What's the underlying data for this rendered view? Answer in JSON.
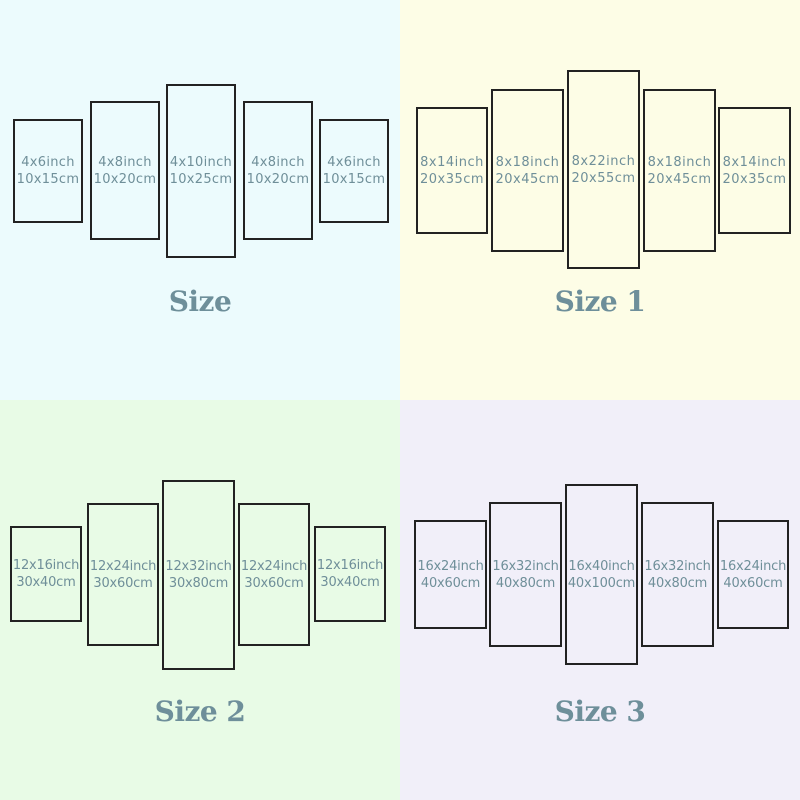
{
  "colors": {
    "q0": "#ecfbfd",
    "q1": "#fdfde6",
    "q2": "#e8fbe6",
    "q3": "#f1eff9",
    "text": "#6f8f99"
  },
  "quadrants": [
    {
      "title": "Size",
      "panels": [
        {
          "inch": "4x6inch",
          "cm": "10x15cm"
        },
        {
          "inch": "4x8inch",
          "cm": "10x20cm"
        },
        {
          "inch": "4x10inch",
          "cm": "10x25cm"
        },
        {
          "inch": "4x8inch",
          "cm": "10x20cm"
        },
        {
          "inch": "4x6inch",
          "cm": "10x15cm"
        }
      ]
    },
    {
      "title": "Size 1",
      "panels": [
        {
          "inch": "8x14inch",
          "cm": "20x35cm"
        },
        {
          "inch": "8x18inch",
          "cm": "20x45cm"
        },
        {
          "inch": "8x22inch",
          "cm": "20x55cm"
        },
        {
          "inch": "8x18inch",
          "cm": "20x45cm"
        },
        {
          "inch": "8x14inch",
          "cm": "20x35cm"
        }
      ]
    },
    {
      "title": "Size 2",
      "panels": [
        {
          "inch": "12x16inch",
          "cm": "30x40cm"
        },
        {
          "inch": "12x24inch",
          "cm": "30x60cm"
        },
        {
          "inch": "12x32inch",
          "cm": "30x80cm"
        },
        {
          "inch": "12x24inch",
          "cm": "30x60cm"
        },
        {
          "inch": "12x16inch",
          "cm": "30x40cm"
        }
      ]
    },
    {
      "title": "Size 3",
      "panels": [
        {
          "inch": "16x24inch",
          "cm": "40x60cm"
        },
        {
          "inch": "16x32inch",
          "cm": "40x80cm"
        },
        {
          "inch": "16x40inch",
          "cm": "40x100cm"
        },
        {
          "inch": "16x32inch",
          "cm": "40x80cm"
        },
        {
          "inch": "16x24inch",
          "cm": "40x60cm"
        }
      ]
    }
  ]
}
